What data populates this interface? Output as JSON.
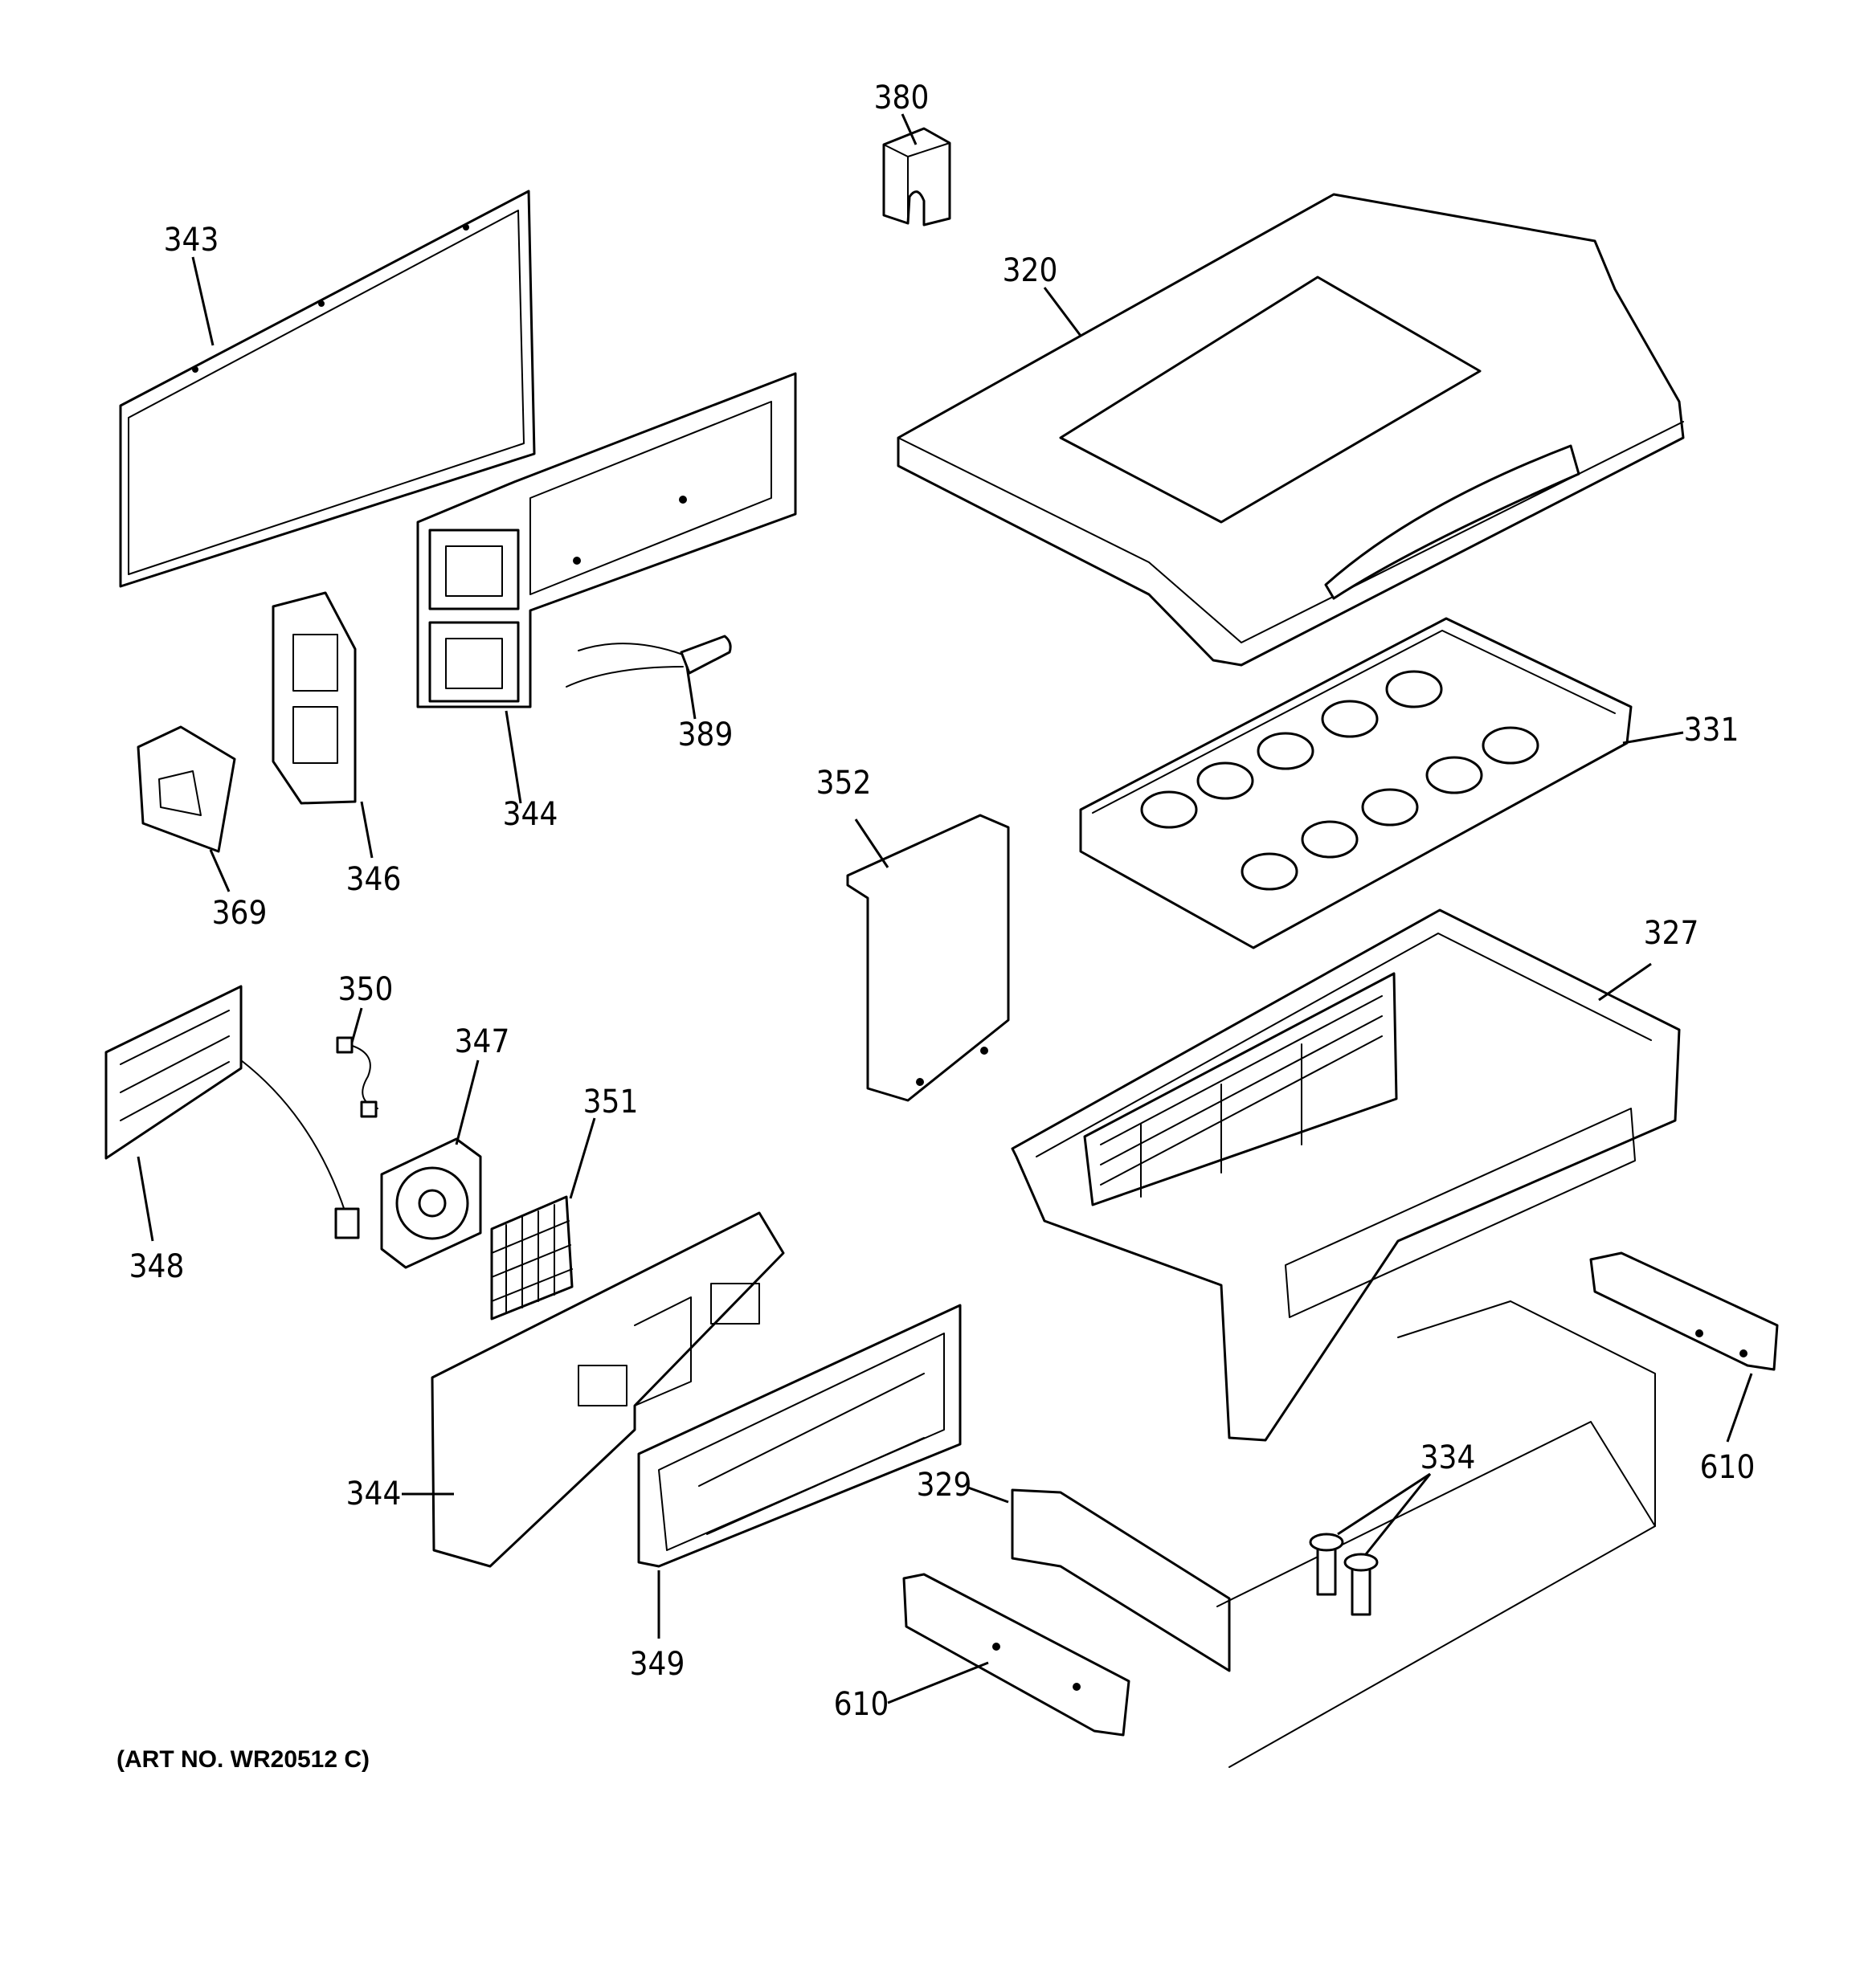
{
  "diagram": {
    "art_number": "(ART NO. WR20512 C)",
    "callouts": {
      "c380": "380",
      "c343": "343",
      "c320": "320",
      "c344_upper": "344",
      "c389": "389",
      "c331": "331",
      "c346": "346",
      "c369": "369",
      "c352": "352",
      "c327": "327",
      "c350": "350",
      "c347": "347",
      "c351": "351",
      "c348": "348",
      "c344_lower": "344",
      "c349": "349",
      "c329": "329",
      "c334": "334",
      "c610_right": "610",
      "c610_left": "610"
    }
  }
}
